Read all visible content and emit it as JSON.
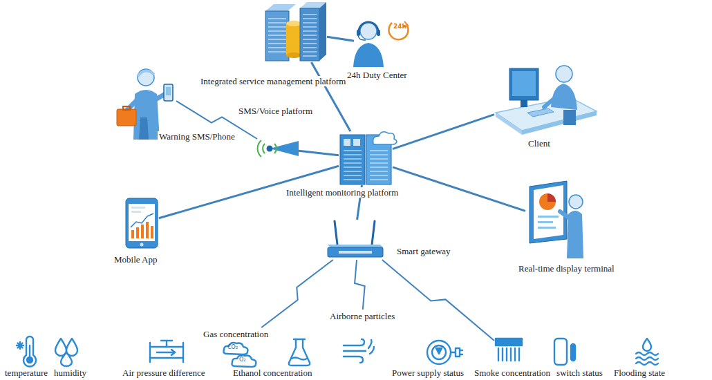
{
  "diagram": {
    "nodes": [
      {
        "text": [
          "Integrated service management platform"
        ]
      },
      {
        "text": [
          "24h Duty Center"
        ]
      },
      {
        "text": [
          "Warning SMS/Phone"
        ]
      },
      {
        "text": [
          "SMS/Voice platform"
        ]
      },
      {
        "text": [
          "Client"
        ]
      },
      {
        "text": [
          "Intelligent monitoring platform"
        ]
      },
      {
        "text": [
          "Mobile App"
        ]
      },
      {
        "text": [
          "Real-time display terminal"
        ]
      },
      {
        "text": [
          "Smart gateway"
        ]
      },
      {
        "text": [
          "temperature"
        ]
      },
      {
        "text": [
          "humidity"
        ]
      },
      {
        "text": [
          "Air pressure difference"
        ]
      },
      {
        "text": [
          "Gas concentration"
        ]
      },
      {
        "text": [
          "Ethanol concentration"
        ]
      },
      {
        "text": [
          "Airborne particles"
        ]
      },
      {
        "text": [
          "Power supply status"
        ]
      },
      {
        "text": [
          "Smoke concentration"
        ]
      },
      {
        "text": [
          "switch status"
        ]
      },
      {
        "text": [
          "Flooding state"
        ]
      }
    ],
    "edges": [
      {
        "from": 5,
        "to": 0,
        "arrow": "none"
      },
      {
        "from": 0,
        "to": 1,
        "arrow": "none"
      },
      {
        "from": 5,
        "to": 3,
        "arrow": "none"
      },
      {
        "from": 3,
        "to": 2,
        "arrow": "none"
      },
      {
        "from": 5,
        "to": 4,
        "arrow": "none"
      },
      {
        "from": 5,
        "to": 6,
        "arrow": "none"
      },
      {
        "from": 5,
        "to": 7,
        "arrow": "none"
      },
      {
        "from": 5,
        "to": 8,
        "arrow": "none"
      },
      {
        "from": 8,
        "to": 12,
        "arrow": "none"
      },
      {
        "from": 8,
        "to": 14,
        "arrow": "none"
      },
      {
        "from": 8,
        "to": 16,
        "arrow": "none"
      }
    ],
    "labels": [
      "24h",
      "CO₂",
      "O₂"
    ]
  }
}
